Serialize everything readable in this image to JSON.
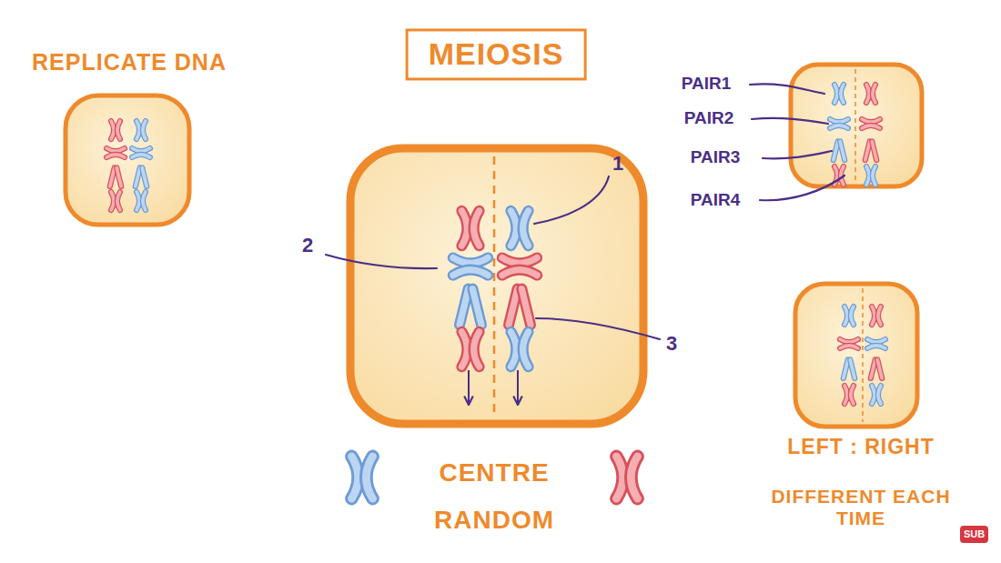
{
  "diagram": {
    "title": "MEIOSIS",
    "nodes": [
      {
        "text": [
          "SUB"
        ]
      }
    ],
    "labels": [
      "REPLICATE DNA",
      "PAIR1",
      "PAIR2",
      "PAIR3",
      "PAIR4",
      "1",
      "2",
      "3",
      "CENTRE",
      "RANDOM",
      "LEFT : RIGHT",
      "DIFFERENT EACH TIME"
    ]
  }
}
